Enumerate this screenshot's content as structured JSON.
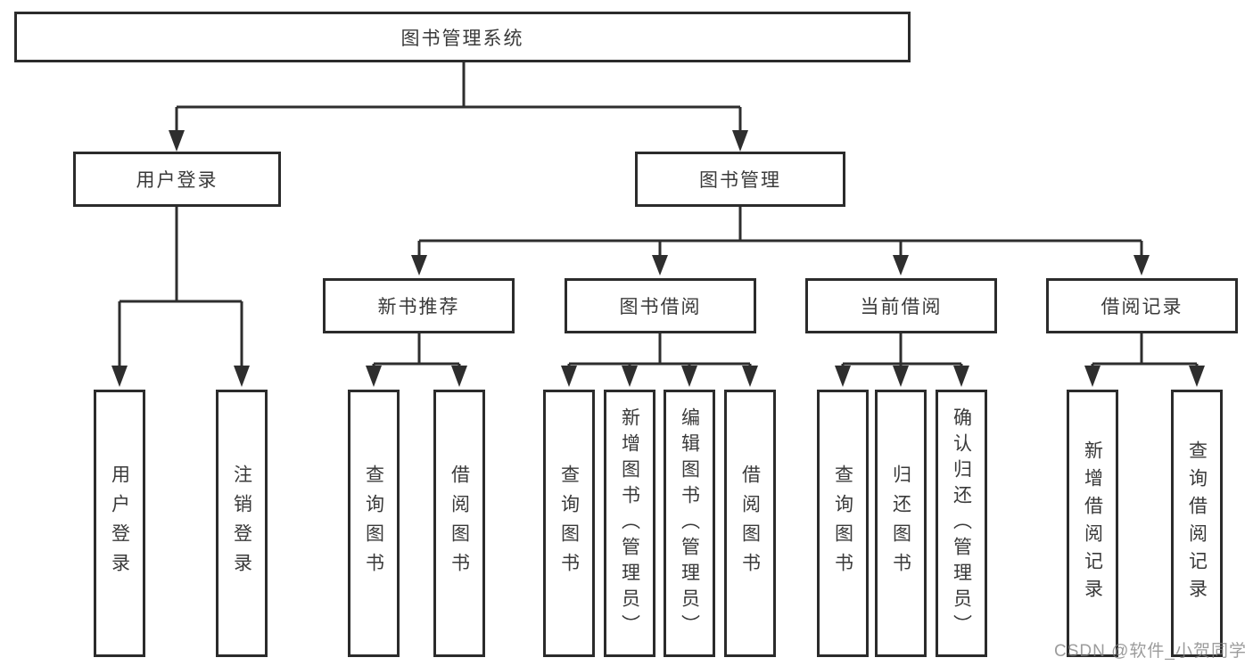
{
  "diagram": {
    "root": {
      "label": "图书管理系统"
    },
    "level2": [
      {
        "label": "用户登录"
      },
      {
        "label": "图书管理"
      }
    ],
    "level3": [
      {
        "label": "新书推荐"
      },
      {
        "label": "图书借阅"
      },
      {
        "label": "当前借阅"
      },
      {
        "label": "借阅记录"
      }
    ],
    "leaves": {
      "user_login": [
        {
          "label": "用户登录"
        },
        {
          "label": "注销登录"
        }
      ],
      "new_books": [
        {
          "label": "查询图书"
        },
        {
          "label": "借阅图书"
        }
      ],
      "book_borrow": [
        {
          "label": "查询图书"
        },
        {
          "label": "新增图书（管理员）"
        },
        {
          "label": "编辑图书（管理员）"
        },
        {
          "label": "借阅图书"
        }
      ],
      "current_borrow": [
        {
          "label": "查询图书"
        },
        {
          "label": "归还图书"
        },
        {
          "label": "确认归还（管理员）"
        }
      ],
      "borrow_records": [
        {
          "label": "新增借阅记录"
        },
        {
          "label": "查询借阅记录"
        }
      ]
    }
  },
  "watermark": "CSDN @软件_小贺同学",
  "colors": {
    "background": "#ffffff",
    "line": "#2e2e2e",
    "box_border": "#2b2b2b",
    "text": "#3a3a3a",
    "watermark_text": "#808080"
  }
}
